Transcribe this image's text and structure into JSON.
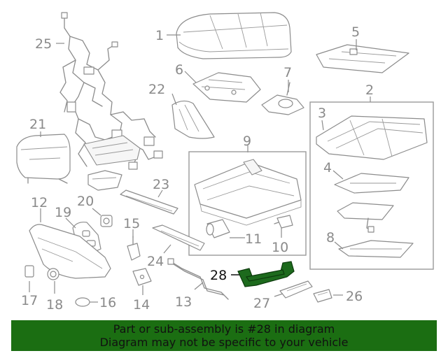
{
  "diagram": {
    "highlighted_callout": "28",
    "callouts": {
      "c1": "1",
      "c2": "2",
      "c3": "3",
      "c4": "4",
      "c5": "5",
      "c6": "6",
      "c7": "7",
      "c8": "8",
      "c9": "9",
      "c10": "10",
      "c11": "11",
      "c12": "12",
      "c13": "13",
      "c14": "14",
      "c15": "15",
      "c16": "16",
      "c17": "17",
      "c18": "18",
      "c19": "19",
      "c20": "20",
      "c21": "21",
      "c22": "22",
      "c23": "23",
      "c24": "24",
      "c25": "25",
      "c26": "26",
      "c27": "27",
      "c28": "28"
    },
    "colors": {
      "line": "#8c8c8c",
      "highlight": "#1d6a1d",
      "banner": "#1b6e12"
    }
  },
  "banner": {
    "line1": "Part or sub-assembly is #28 in diagram",
    "line2": "Diagram may not be specific to your vehicle"
  }
}
